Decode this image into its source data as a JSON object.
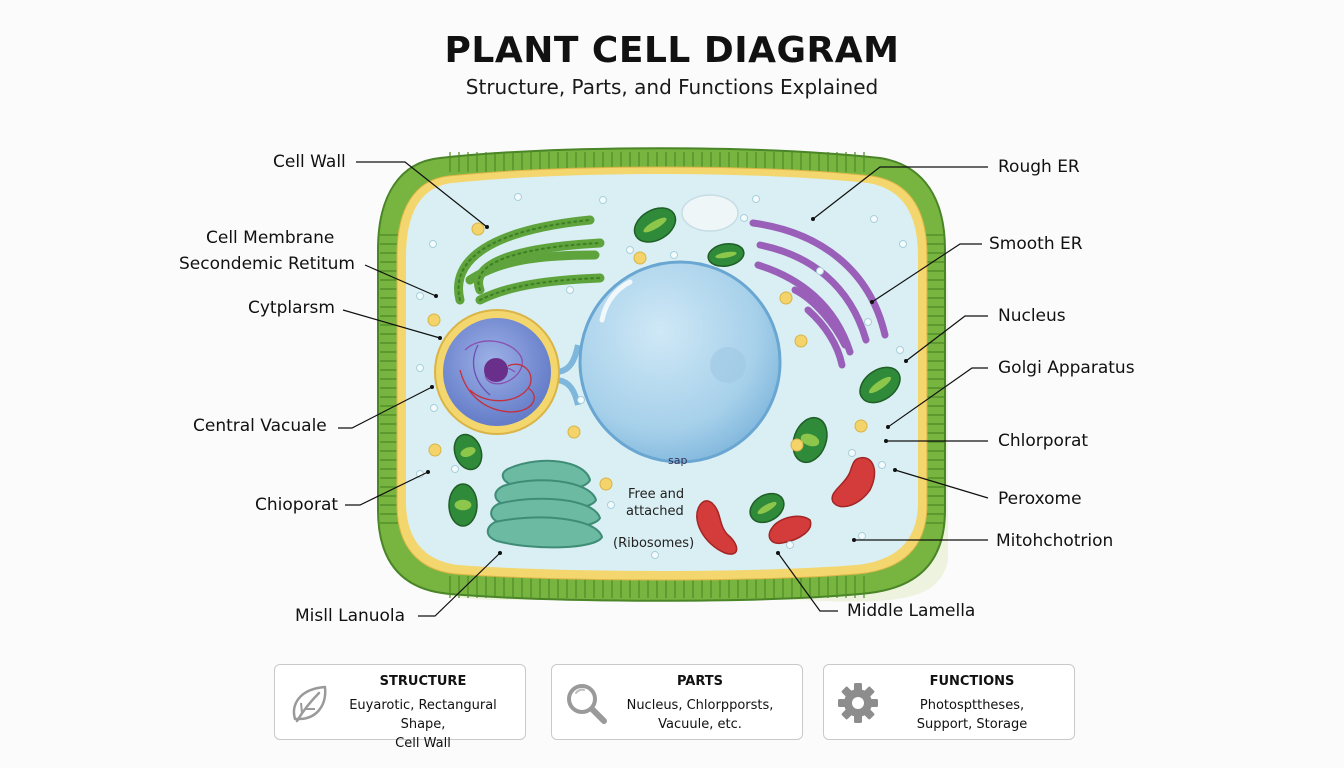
{
  "header": {
    "title": "PLANT CELL DIAGRAM",
    "subtitle": "Structure, Parts, and Functions Explained"
  },
  "labels": {
    "left": [
      {
        "id": "cell-wall",
        "text": "Cell Wall"
      },
      {
        "id": "cell-membrane",
        "text": "Cell Membrane"
      },
      {
        "id": "secondemic-retitum",
        "text": "Secondemic Retitum"
      },
      {
        "id": "cytoplasm",
        "text": "Cytplarsm"
      },
      {
        "id": "central-vacuole",
        "text": "Central Vacuale"
      },
      {
        "id": "chloroplast-left",
        "text": "Chioporat"
      },
      {
        "id": "misll-lanuola",
        "text": "Misll Lanuola"
      }
    ],
    "right": [
      {
        "id": "rough-er",
        "text": "Rough ER"
      },
      {
        "id": "smooth-er",
        "text": "Smooth ER"
      },
      {
        "id": "nucleus",
        "text": "Nucleus"
      },
      {
        "id": "golgi-apparatus",
        "text": "Golgi Apparatus"
      },
      {
        "id": "chloroplast-right",
        "text": "Chlorporat"
      },
      {
        "id": "peroxisome",
        "text": "Peroxome"
      },
      {
        "id": "mitochondrion",
        "text": "Mitohchotrion"
      }
    ],
    "bottom": [
      {
        "id": "middle-lamella",
        "text": "Middle Lamella"
      }
    ]
  },
  "inner_text": {
    "sap": "sap",
    "ribosomes_line1": "Free and",
    "ribosomes_line2": "attached",
    "ribosomes_line3": "(Ribosomes)"
  },
  "cards": [
    {
      "icon": "leaf-icon",
      "title": "STRUCTURE",
      "line1": "Euyarotic, Rectangural Shape,",
      "line2": "Cell Wall"
    },
    {
      "icon": "magnifier-icon",
      "title": "PARTS",
      "line1": "Nucleus, Chlorpporsts,",
      "line2": "Vacuule, etc."
    },
    {
      "icon": "gear-icon",
      "title": "FUNCTIONS",
      "line1": "Photospttheses,",
      "line2": "Support, Storage"
    }
  ],
  "colors": {
    "cell_wall": "#6aa83a",
    "membrane": "#f2d36b",
    "cytoplasm": "#d8eef2",
    "vacuole": "#a9d3ec",
    "nucleus": "#7f96d6",
    "smooth_er": "#9a5fb8",
    "rough_er": "#5ea33c",
    "golgi": "#5fae98",
    "mitochondria": "#d43b3b",
    "chloroplast": "#2f8a3a"
  }
}
